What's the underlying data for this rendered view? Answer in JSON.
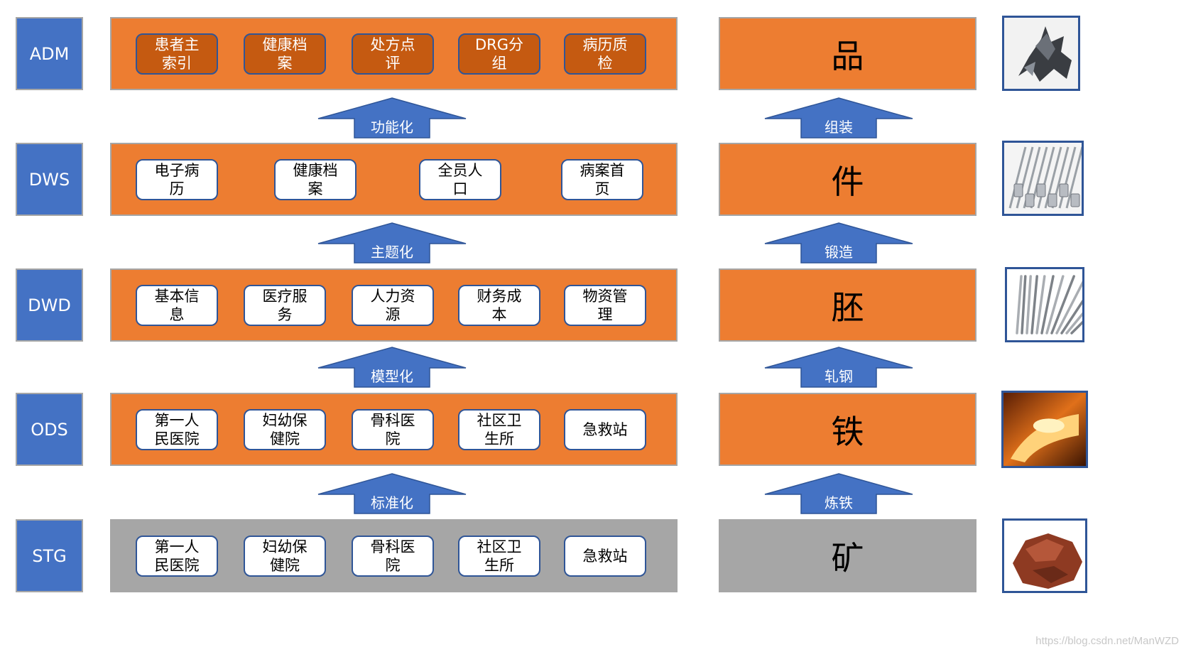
{
  "layers": [
    {
      "tag": "ADM",
      "fill": "orange",
      "item_style": "dark",
      "items": [
        "患者主\n索引",
        "健康档\n案",
        "处方点\n评",
        "DRG分\n组",
        "病历质\n检"
      ]
    },
    {
      "tag": "DWS",
      "fill": "orange",
      "item_style": "light",
      "items": [
        "电子病\n历",
        "健康档\n案",
        "全员人\n口",
        "病案首\n页"
      ]
    },
    {
      "tag": "DWD",
      "fill": "orange",
      "item_style": "light",
      "items": [
        "基本信\n息",
        "医疗服\n务",
        "人力资\n源",
        "财务成\n本",
        "物资管\n理"
      ]
    },
    {
      "tag": "ODS",
      "fill": "orange",
      "item_style": "light",
      "items": [
        "第一人\n民医院",
        "妇幼保\n健院",
        "骨科医\n院",
        "社区卫\n生所",
        "急救站"
      ]
    },
    {
      "tag": "STG",
      "fill": "gray",
      "item_style": "light",
      "items": [
        "第一人\n民医院",
        "妇幼保\n健院",
        "骨科医\n院",
        "社区卫\n生所",
        "急救站"
      ]
    }
  ],
  "left_arrows": [
    "功能化",
    "主题化",
    "模型化",
    "标准化"
  ],
  "stages": [
    "品",
    "件",
    "胚",
    "铁",
    "矿"
  ],
  "right_arrows": [
    "组装",
    "锻造",
    "轧钢",
    "炼铁"
  ],
  "images": [
    "robot-sculpture-photo",
    "steel-parts-photo",
    "steel-rods-photo",
    "molten-iron-photo",
    "iron-ore-photo"
  ],
  "watermark": "https://blog.csdn.net/ManWZD",
  "colors": {
    "tag_blue": "#4472c4",
    "band_orange": "#ed7d31",
    "band_gray": "#a6a6a6",
    "item_dark": "#c55a11",
    "border_blue": "#2f5597",
    "arrow_blue": "#4472c4"
  }
}
